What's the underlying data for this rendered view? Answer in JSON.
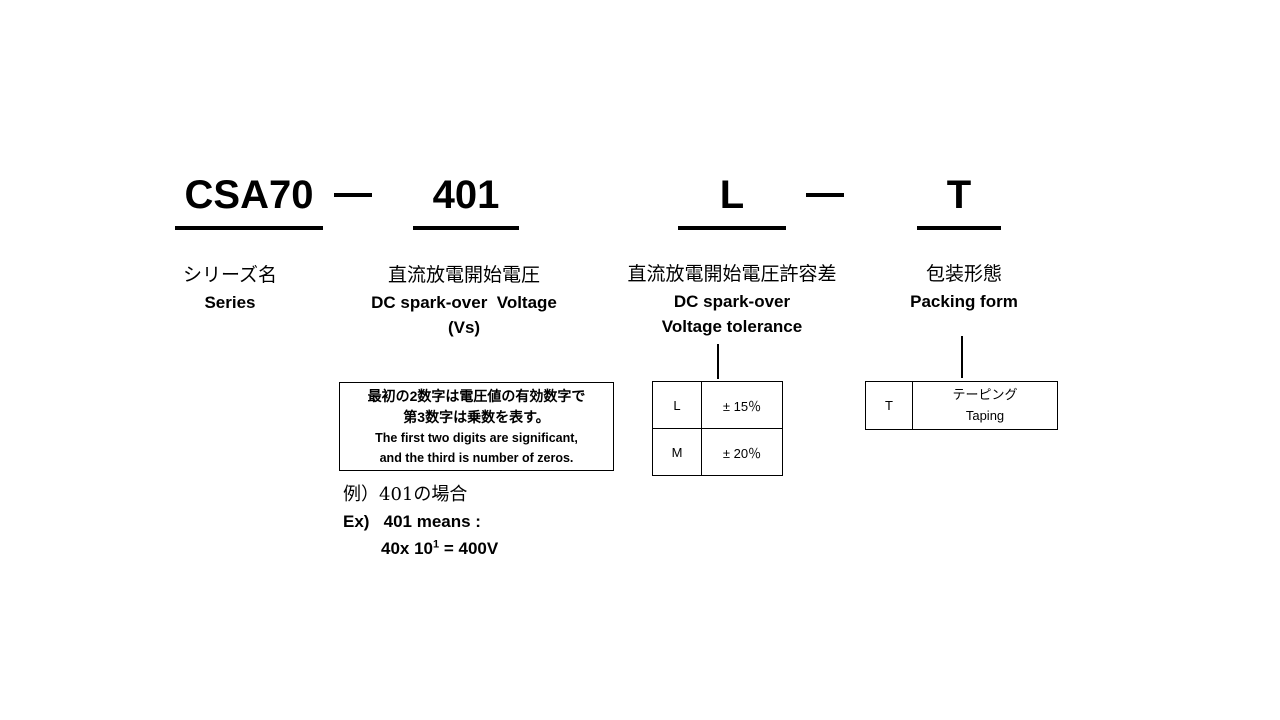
{
  "code": {
    "series": "CSA70",
    "voltage": "401",
    "tolerance": "L",
    "packing": "T"
  },
  "labels": {
    "series": {
      "jp": "シリーズ名",
      "en": "Series"
    },
    "voltage": {
      "jp": "直流放電開始電圧",
      "en1": "DC spark-over  Voltage",
      "en2": "(Vs)"
    },
    "tolerance": {
      "jp": "直流放電開始電圧許容差",
      "en1": "DC spark-over",
      "en2": "Voltage tolerance"
    },
    "packing": {
      "jp": "包装形態",
      "en": "Packing form"
    }
  },
  "note": {
    "jp1": "最初の2数字は電圧値の有効数字で",
    "jp2": "第3数字は乗数を表す。",
    "en1": "The first two digits are significant,",
    "en2": "and the third is number of zeros."
  },
  "example": {
    "jp": "例）401の場合",
    "en1": "Ex)   401 means :",
    "en2_base": "40x 10",
    "en2_exp": "1",
    "en2_tail": " = 400V"
  },
  "tolerance_table": [
    {
      "code": "L",
      "value": "± 15％"
    },
    {
      "code": "M",
      "value": "± 20％"
    }
  ],
  "packing_table": [
    {
      "code": "T",
      "jp": "テーピング",
      "en": "Taping"
    }
  ]
}
